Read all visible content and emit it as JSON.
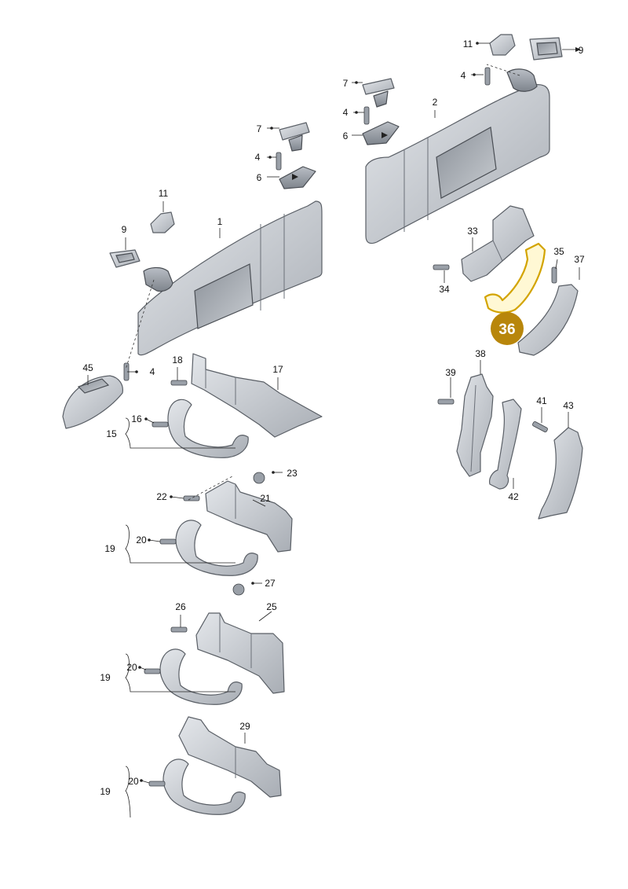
{
  "labels": {
    "l1": "1",
    "l2": "2",
    "l4a": "4",
    "l4b": "4",
    "l4c": "4",
    "l4d": "4",
    "l6a": "6",
    "l6b": "6",
    "l7a": "7",
    "l7b": "7",
    "l9a": "9",
    "l9b": "9",
    "l11a": "11",
    "l11b": "11",
    "l15": "15",
    "l16": "16",
    "l17": "17",
    "l18": "18",
    "l19a": "19",
    "l19b": "19",
    "l19c": "19",
    "l20a": "20",
    "l20b": "20",
    "l20c": "20",
    "l21": "21",
    "l22": "22",
    "l23": "23",
    "l25": "25",
    "l26": "26",
    "l27": "27",
    "l29": "29",
    "l33": "33",
    "l34": "34",
    "l35": "35",
    "l37": "37",
    "l38": "38",
    "l39": "39",
    "l41": "41",
    "l42": "42",
    "l43": "43",
    "l45": "45"
  },
  "highlight": {
    "part_number": "36",
    "color": "#b8860b"
  }
}
